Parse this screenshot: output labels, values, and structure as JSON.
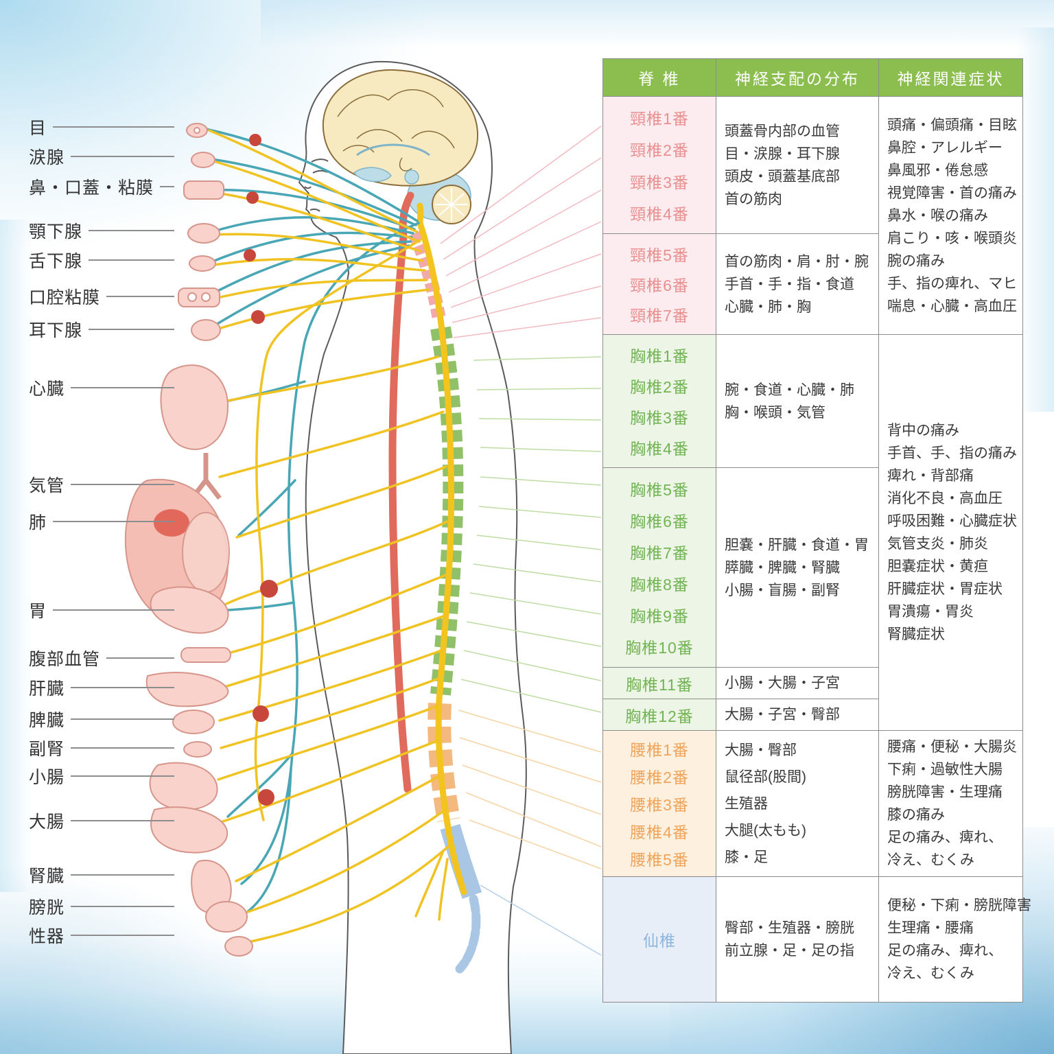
{
  "colors": {
    "header-bg": "#8cbe4f",
    "border": "#8c8c8c",
    "cell-text": "#3a3a3a",
    "cervical-text": "#e98f8f",
    "cervical-bg": "#fcecef",
    "thoracic-text": "#72b454",
    "thoracic-bg": "#edf5e6",
    "lumbar-text": "#f0a45a",
    "lumbar-bg": "#fdf0de",
    "sacral-text": "#8db5dd",
    "sacral-bg": "#e7eef8",
    "nerve-yellow": "#f0c322",
    "nerve-teal": "#49a6b5",
    "artery-red": "#e06a5c",
    "organ-pink": "#f8d2cb"
  },
  "organs": [
    "目",
    "涙腺",
    "鼻・口蓋・粘膜",
    "顎下腺",
    "舌下腺",
    "口腔粘膜",
    "耳下腺",
    "心臓",
    "気管",
    "肺",
    "胃",
    "腹部血管",
    "肝臓",
    "脾臓",
    "副腎",
    "小腸",
    "大腸",
    "腎臓",
    "膀胱",
    "性器"
  ],
  "table": {
    "headers": [
      "脊 椎",
      "神経支配の分布",
      "神経関連症状"
    ],
    "groups": [
      {
        "region": "cervical",
        "vertebrae": [
          "頸椎1番",
          "頸椎2番",
          "頸椎3番",
          "頸椎4番"
        ],
        "distribution": [
          "頭蓋骨内部の血管",
          "目・涙腺・耳下腺",
          "頭皮・頭蓋基底部",
          "首の筋肉"
        ]
      },
      {
        "region": "cervical",
        "vertebrae": [
          "頸椎5番",
          "頸椎6番",
          "頸椎7番"
        ],
        "distribution": [
          "首の筋肉・肩・肘・腕",
          "手首・手・指・食道",
          "心臓・肺・胸"
        ]
      },
      {
        "region": "thoracic",
        "vertebrae": [
          "胸椎1番",
          "胸椎2番",
          "胸椎3番",
          "胸椎4番"
        ],
        "distribution": [
          "腕・食道・心臓・肺",
          "胸・喉頭・気管"
        ]
      },
      {
        "region": "thoracic",
        "vertebrae": [
          "胸椎5番",
          "胸椎6番",
          "胸椎7番",
          "胸椎8番",
          "胸椎9番",
          "胸椎10番"
        ],
        "distribution": [
          "胆嚢・肝臓・食道・胃",
          "膵臓・脾臓・腎臓",
          "小腸・盲腸・副腎"
        ]
      },
      {
        "region": "thoracic",
        "vertebrae": [
          "胸椎11番"
        ],
        "distribution": [
          "小腸・大腸・子宮"
        ]
      },
      {
        "region": "thoracic",
        "vertebrae": [
          "胸椎12番"
        ],
        "distribution": [
          "大腸・子宮・臀部"
        ]
      },
      {
        "region": "lumbar",
        "vertebrae": [
          "腰椎1番",
          "腰椎2番",
          "腰椎3番",
          "腰椎4番",
          "腰椎5番"
        ],
        "distribution": [
          "大腸・臀部",
          "鼠径部(股間)",
          "生殖器",
          "大腿(太もも)",
          "膝・足"
        ]
      },
      {
        "region": "sacral",
        "vertebrae": [
          "仙椎"
        ],
        "distribution": [
          "臀部・生殖器・膀胱",
          "前立腺・足・足の指"
        ]
      }
    ],
    "symptoms": {
      "cervical": [
        "頭痛・偏頭痛・目眩",
        "鼻腔・アレルギー",
        "鼻風邪・倦怠感",
        "視覚障害・首の痛み",
        "鼻水・喉の痛み",
        "肩こり・咳・喉頭炎",
        "腕の痛み",
        "手、指の痺れ、マヒ",
        "喘息・心臓・高血圧"
      ],
      "thoracic": [
        "背中の痛み",
        "手首、手、指の痛み",
        "痺れ・背部痛",
        "消化不良・高血圧",
        "呼吸困難・心臓症状",
        "気管支炎・肺炎",
        "胆嚢症状・黄疸",
        "肝臓症状・胃症状",
        "胃潰瘍・胃炎",
        "腎臓症状"
      ],
      "lumbar": [
        "腰痛・便秘・大腸炎",
        "下痢・過敏性大腸",
        "膀胱障害・生理痛",
        "膝の痛み",
        "足の痛み、痺れ、",
        "冷え、むくみ"
      ],
      "sacral": [
        "便秘・下痢・膀胱障害",
        "生理痛・腰痛",
        "足の痛み、痺れ、",
        "冷え、むくみ"
      ]
    }
  }
}
